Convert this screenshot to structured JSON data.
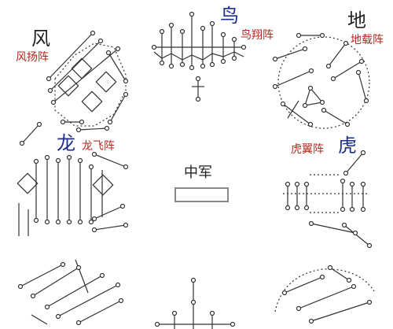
{
  "formations": {
    "feng": {
      "char": "风",
      "name": "风扬阵",
      "char_color": "#222222",
      "name_color": "#b22a1f"
    },
    "niao": {
      "char": "鸟",
      "name": "鸟翔阵",
      "char_color": "#1c2e8a",
      "name_color": "#b22a1f"
    },
    "di": {
      "char": "地",
      "name": "地载阵",
      "char_color": "#222222",
      "name_color": "#b22a1f"
    },
    "long": {
      "char": "龙",
      "name": "龙飞阵",
      "char_color": "#1c2e8a",
      "name_color": "#b22a1f"
    },
    "hu": {
      "char": "虎",
      "name": "虎翼阵",
      "char_color": "#1c2e8a",
      "name_color": "#b22a1f"
    }
  },
  "center": {
    "label": "中军"
  },
  "colors": {
    "ink": "#333333",
    "label_red": "#b22a1f",
    "label_blue": "#1c2e8a",
    "box": "#888888"
  }
}
